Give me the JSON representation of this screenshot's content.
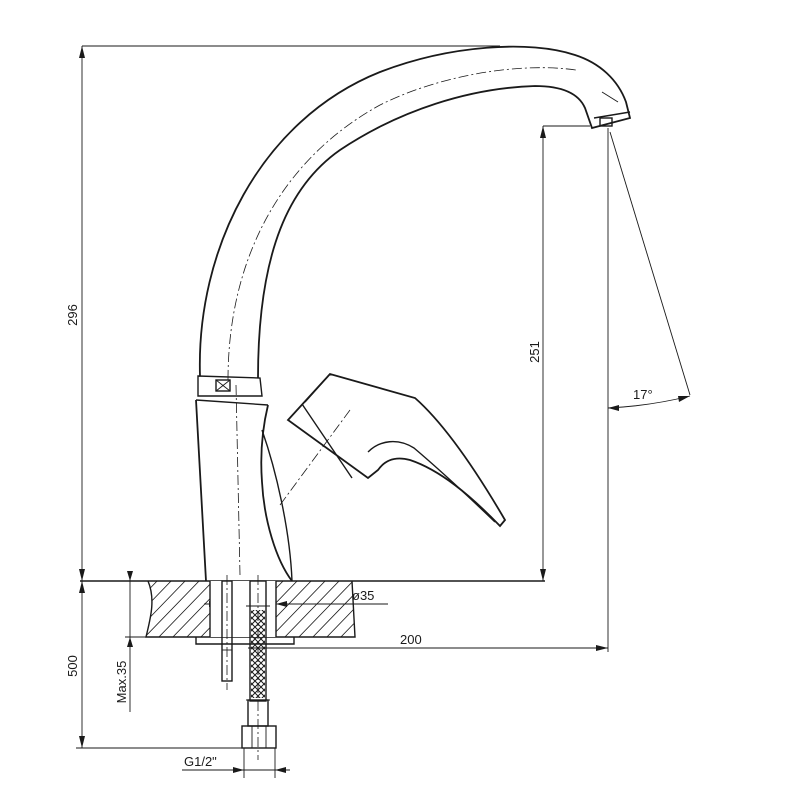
{
  "dimensions": {
    "total_height": "296",
    "spout_height": "251",
    "spray_angle": "17°",
    "pipe_diameter": "ø35",
    "spout_reach": "200",
    "hose_length": "500",
    "max_deck_thickness": "Max.35",
    "thread": "G1/2\""
  },
  "colors": {
    "line": "#1a1a1a",
    "background": "#ffffff"
  }
}
